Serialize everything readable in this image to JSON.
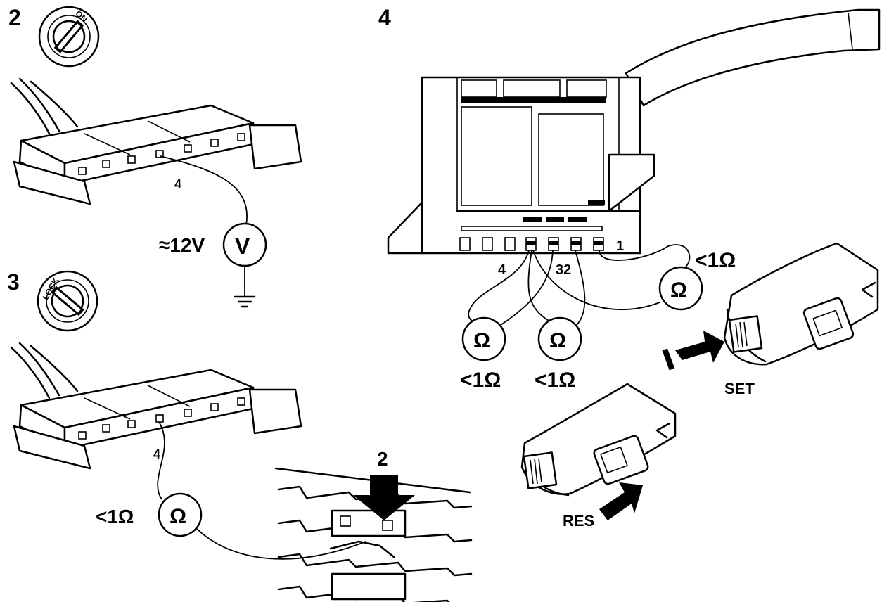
{
  "steps": {
    "step2": "2",
    "step3": "3",
    "step4": "4"
  },
  "ignition": {
    "on_label": "ON",
    "lock_label": "LOCK"
  },
  "connector_top": {
    "pin_label": "4",
    "voltage_label": "≈12V",
    "meter_symbol": "V"
  },
  "connector_bottom": {
    "pin_label": "4",
    "resistance_label": "<1Ω",
    "meter_symbol": "Ω"
  },
  "fuse_detail": {
    "label": "2"
  },
  "switch_module": {
    "pin_4": "4",
    "pin_32": "32",
    "pin_1": "1",
    "meters": [
      {
        "symbol": "Ω",
        "reading": "<1Ω"
      },
      {
        "symbol": "Ω",
        "reading": "<1Ω"
      },
      {
        "symbol": "Ω",
        "reading": "<1Ω"
      }
    ]
  },
  "stalk": {
    "set_label": "SET",
    "res_label": "RES"
  },
  "colors": {
    "ink": "#000000",
    "paper": "#ffffff"
  }
}
